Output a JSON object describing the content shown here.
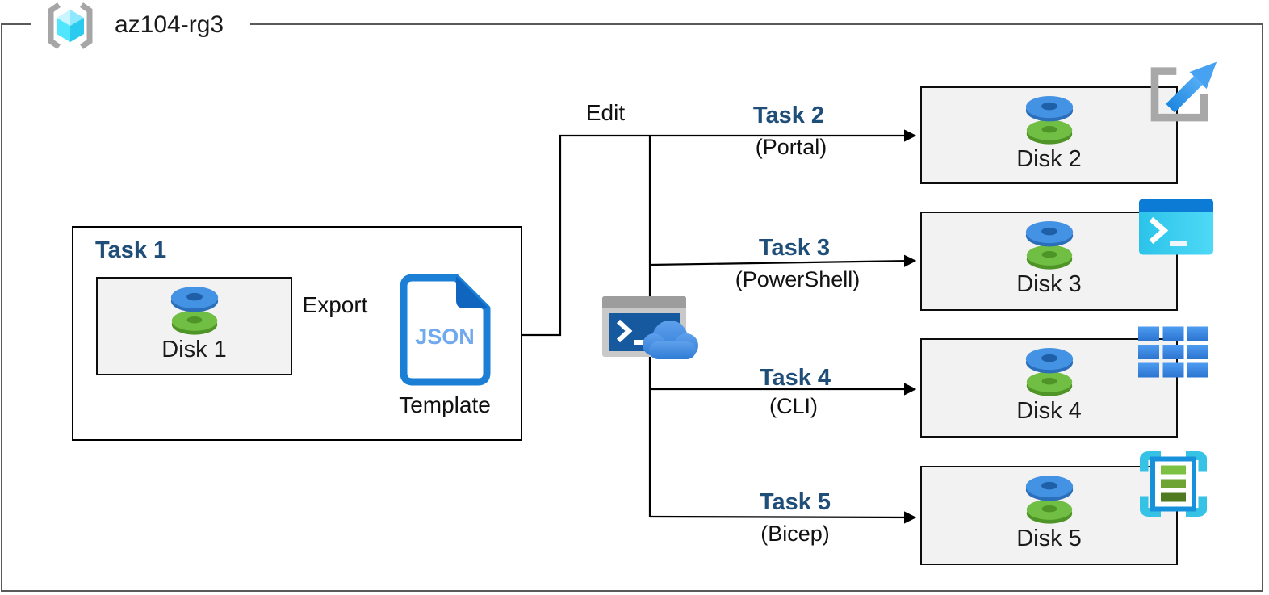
{
  "resource_group": {
    "name": "az104-rg3",
    "icon": "resource-group-icon"
  },
  "task1": {
    "title": "Task 1",
    "disk_label": "Disk 1",
    "export_label": "Export",
    "template_file_type": "JSON",
    "template_label": "Template"
  },
  "edit_label": "Edit",
  "tasks": [
    {
      "title": "Task 2",
      "method": "(Portal)",
      "disk_label": "Disk 2",
      "tool_icon": "portal-icon"
    },
    {
      "title": "Task 3",
      "method": "(PowerShell)",
      "disk_label": "Disk 3",
      "tool_icon": "powershell-icon"
    },
    {
      "title": "Task 4",
      "method": "(CLI)",
      "disk_label": "Disk 4",
      "tool_icon": "cli-icon"
    },
    {
      "title": "Task 5",
      "method": "(Bicep)",
      "disk_label": "Disk 5",
      "tool_icon": "bicep-template-icon"
    }
  ],
  "icons": {
    "shared_flow_icon": "cloud-shell-icon",
    "source_template_icon": "json-template-icon",
    "disk_icon": "managed-disk-icon"
  },
  "colors": {
    "task_title": "#1F4E79",
    "connector_line": "#000000",
    "disk_box_fill": "#F2F2F2",
    "outer_border": "#595959",
    "azure_blue": "#0078D4",
    "disk_blue": "#4392E4",
    "disk_green": "#70BE44",
    "cyan_cube": "#50E6FF"
  }
}
